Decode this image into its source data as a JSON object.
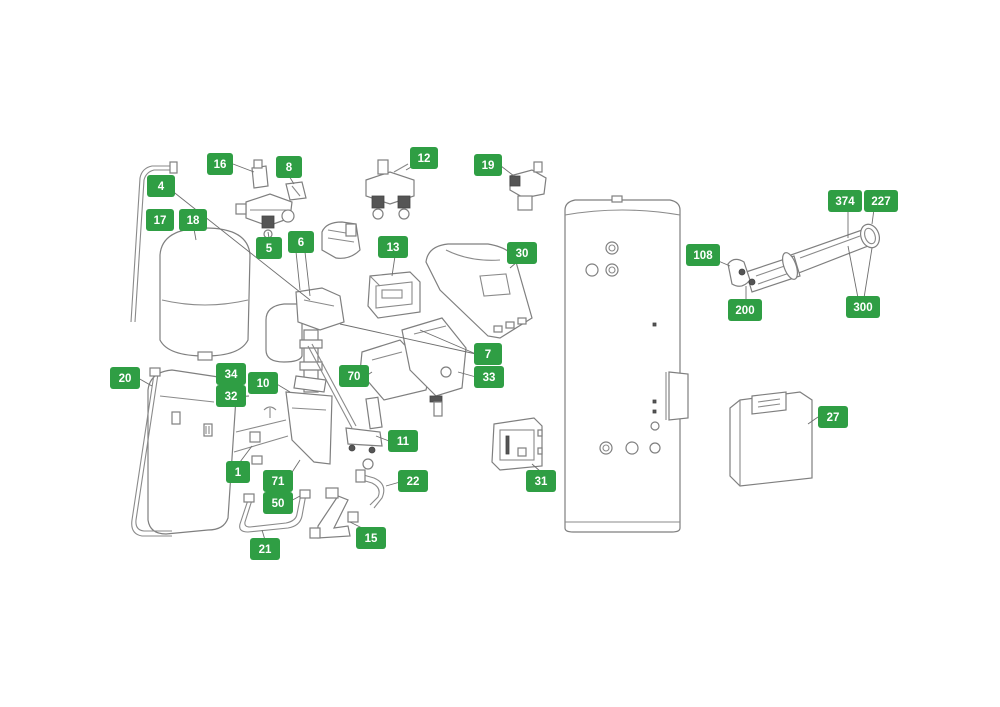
{
  "colors": {
    "label_background": "#2f9e44",
    "label_text": "#ffffff",
    "line_art": "#7f7f7f"
  },
  "callouts": [
    {
      "id": "c16",
      "text": "16"
    },
    {
      "id": "c8",
      "text": "8"
    },
    {
      "id": "c12",
      "text": "12"
    },
    {
      "id": "c19",
      "text": "19"
    },
    {
      "id": "c4",
      "text": "4"
    },
    {
      "id": "c17",
      "text": "17"
    },
    {
      "id": "c18",
      "text": "18"
    },
    {
      "id": "c5",
      "text": "5"
    },
    {
      "id": "c6",
      "text": "6"
    },
    {
      "id": "c13",
      "text": "13"
    },
    {
      "id": "c30",
      "text": "30"
    },
    {
      "id": "c374",
      "text": "374"
    },
    {
      "id": "c227",
      "text": "227"
    },
    {
      "id": "c108",
      "text": "108"
    },
    {
      "id": "c200",
      "text": "200"
    },
    {
      "id": "c300",
      "text": "300"
    },
    {
      "id": "c7",
      "text": "7"
    },
    {
      "id": "c20",
      "text": "20"
    },
    {
      "id": "c34",
      "text": "34"
    },
    {
      "id": "c10",
      "text": "10"
    },
    {
      "id": "c70",
      "text": "70"
    },
    {
      "id": "c33",
      "text": "33"
    },
    {
      "id": "c32",
      "text": "32"
    },
    {
      "id": "c27",
      "text": "27"
    },
    {
      "id": "c11",
      "text": "11"
    },
    {
      "id": "c1",
      "text": "1"
    },
    {
      "id": "c71",
      "text": "71"
    },
    {
      "id": "c22",
      "text": "22"
    },
    {
      "id": "c31",
      "text": "31"
    },
    {
      "id": "c50",
      "text": "50"
    },
    {
      "id": "c21",
      "text": "21"
    },
    {
      "id": "c15",
      "text": "15"
    }
  ]
}
